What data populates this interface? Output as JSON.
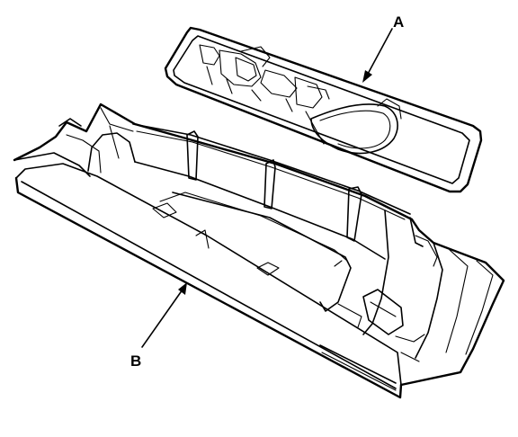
{
  "callouts": [
    {
      "id": "A",
      "label": "A",
      "part": "tray"
    },
    {
      "id": "B",
      "label": "B",
      "part": "console-body"
    }
  ],
  "colors": {
    "line": "#000000",
    "background": "#ffffff"
  }
}
